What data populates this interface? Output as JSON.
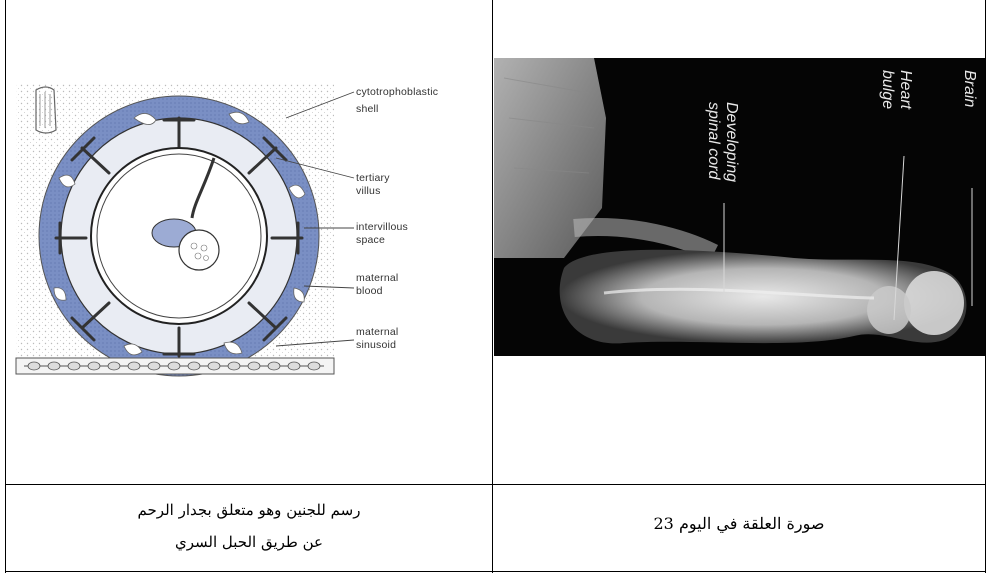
{
  "left_cell": {
    "diagram_labels": {
      "cytotrophoblastic_shell": [
        "cytotrophoblastic",
        "shell"
      ],
      "tertiary_villus": [
        "tertiary",
        "villus"
      ],
      "intervillous_space": [
        "intervillous",
        "space"
      ],
      "maternal_blood": [
        "maternal",
        "blood"
      ],
      "maternal_sinusoid": [
        "maternal",
        "sinusoid"
      ]
    },
    "caption_lines": [
      "رسم للجنين وهو متعلق بجدار الرحم",
      "عن طريق الحبل السري"
    ]
  },
  "right_cell": {
    "photo_labels": {
      "brain": "Brain",
      "heart_bulge": [
        "Heart",
        "bulge"
      ],
      "spinal_cord": [
        "Developing",
        "spinal cord"
      ]
    },
    "caption": "صورة العلقة في اليوم 23"
  },
  "colors": {
    "shell_blue": "#7a8fc4",
    "photo_background": "#050505"
  }
}
